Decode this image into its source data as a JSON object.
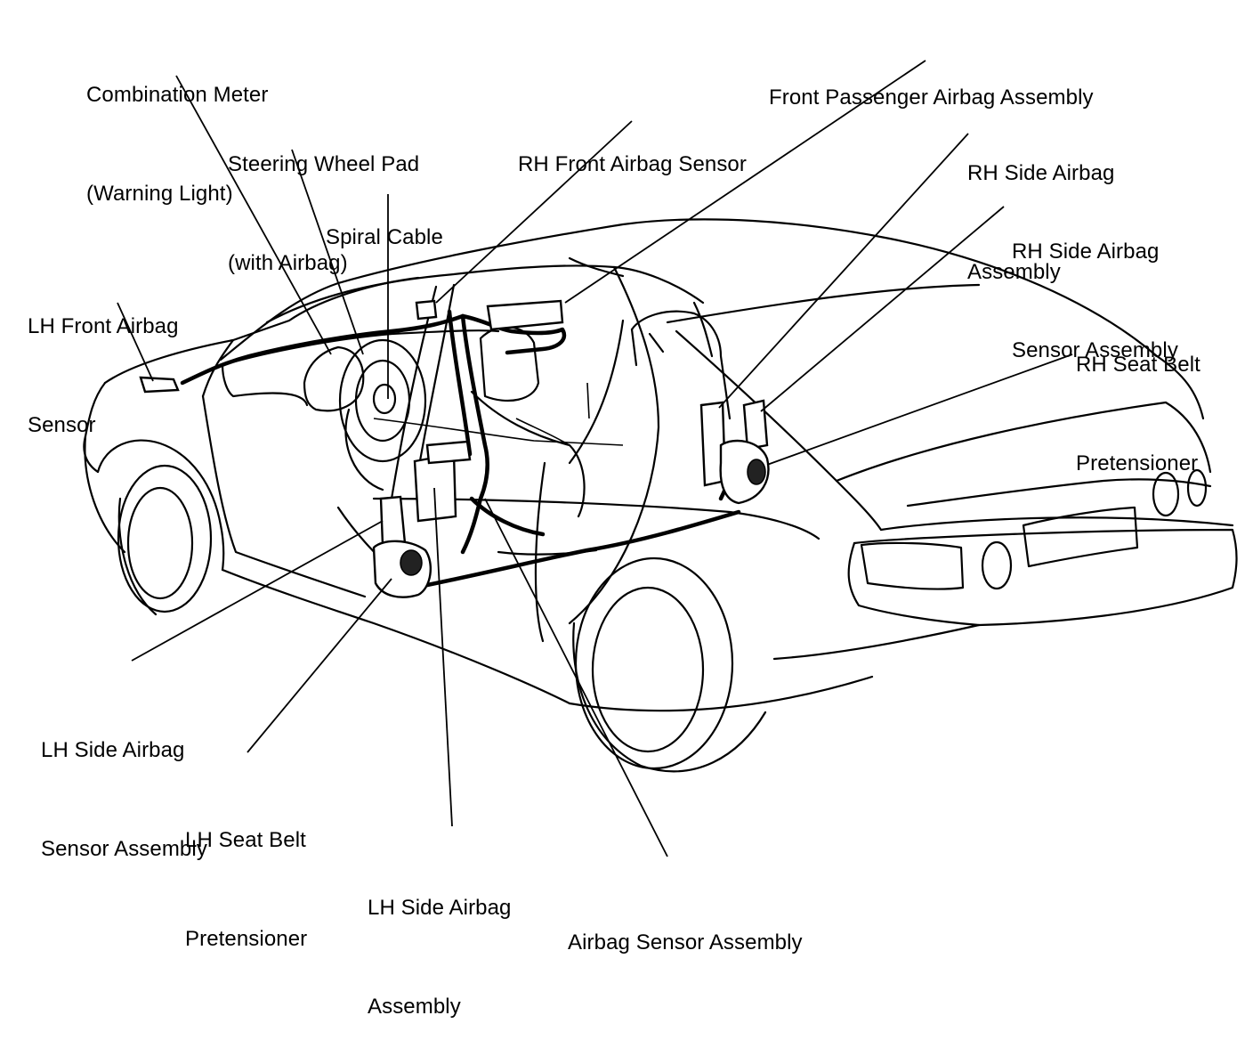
{
  "labels": {
    "combination_meter": [
      "Combination Meter",
      "(Warning Light)"
    ],
    "steering_wheel_pad": [
      "Steering Wheel Pad",
      "(with Airbag)"
    ],
    "spiral_cable": [
      "Spiral Cable"
    ],
    "rh_front_airbag_sensor": [
      "RH Front Airbag Sensor"
    ],
    "front_passenger_airbag": [
      "Front Passenger Airbag Assembly"
    ],
    "rh_side_airbag_assembly": [
      "RH Side Airbag",
      "Assembly"
    ],
    "rh_side_airbag_sensor": [
      "RH Side Airbag",
      "Sensor Assembly"
    ],
    "rh_seat_belt_pretensioner": [
      "RH Seat Belt",
      "Pretensioner"
    ],
    "lh_front_airbag_sensor": [
      "LH Front Airbag",
      "Sensor"
    ],
    "lh_side_airbag_sensor": [
      "LH Side Airbag",
      "Sensor Assembly"
    ],
    "lh_seat_belt_pretensioner": [
      "LH Seat Belt",
      "Pretensioner"
    ],
    "lh_side_airbag_assembly": [
      "LH Side Airbag",
      "Assembly"
    ],
    "airbag_sensor_assembly": [
      "Airbag Sensor Assembly"
    ]
  }
}
